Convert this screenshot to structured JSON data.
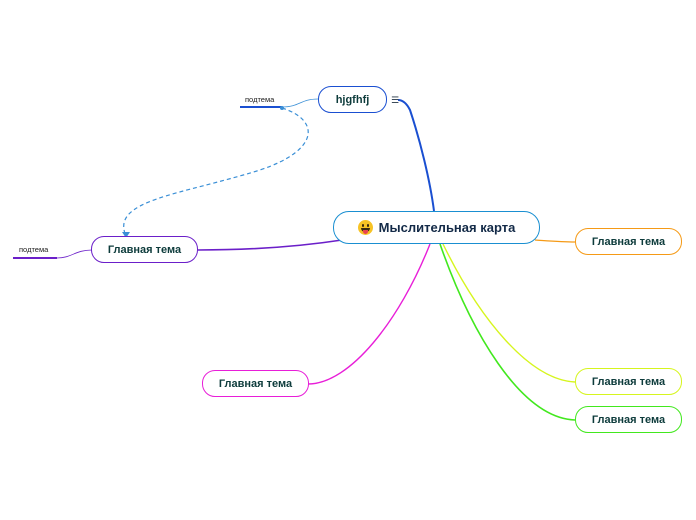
{
  "central": {
    "label": "Мыслительная карта",
    "icon": "tongue-out-emoji-icon",
    "border_color": "#1a8fd1"
  },
  "topics": [
    {
      "id": "top",
      "label": "hjgfhfj",
      "color": "#1a4fd1"
    },
    {
      "id": "left",
      "label": "Главная тема",
      "color": "#6b1fc9"
    },
    {
      "id": "right",
      "label": "Главная тема",
      "color": "#f59a16"
    },
    {
      "id": "bottom-left",
      "label": "Главная тема",
      "color": "#e81ed8"
    },
    {
      "id": "right-lower",
      "label": "Главная тема",
      "color": "#d6f51e"
    },
    {
      "id": "right-bottom",
      "label": "Главная тема",
      "color": "#42e81e"
    }
  ],
  "subtopics": [
    {
      "parent": "top",
      "label": "подтема"
    },
    {
      "parent": "left",
      "label": "подтема"
    }
  ],
  "note_icon": "notes-icon",
  "relationship_color": "#3a8fd6"
}
